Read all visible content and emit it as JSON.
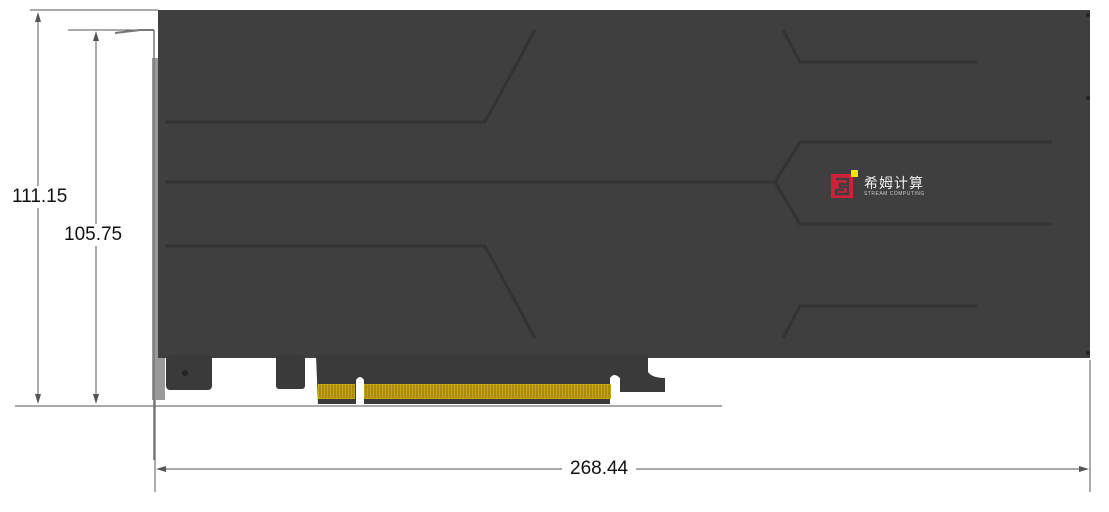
{
  "dimensions": {
    "overall_height": "111.15",
    "body_height": "105.75",
    "length": "268.44"
  },
  "logo": {
    "name_cn": "希姆计算",
    "name_en": "STREAM COMPUTING"
  },
  "colors": {
    "card_body": "#3f3f3f",
    "groove": "#353535",
    "bracket": "#9a9a9a",
    "gold_fingers": "#c9a514",
    "logo_red": "#d0203a",
    "logo_yellow": "#f2e600"
  }
}
